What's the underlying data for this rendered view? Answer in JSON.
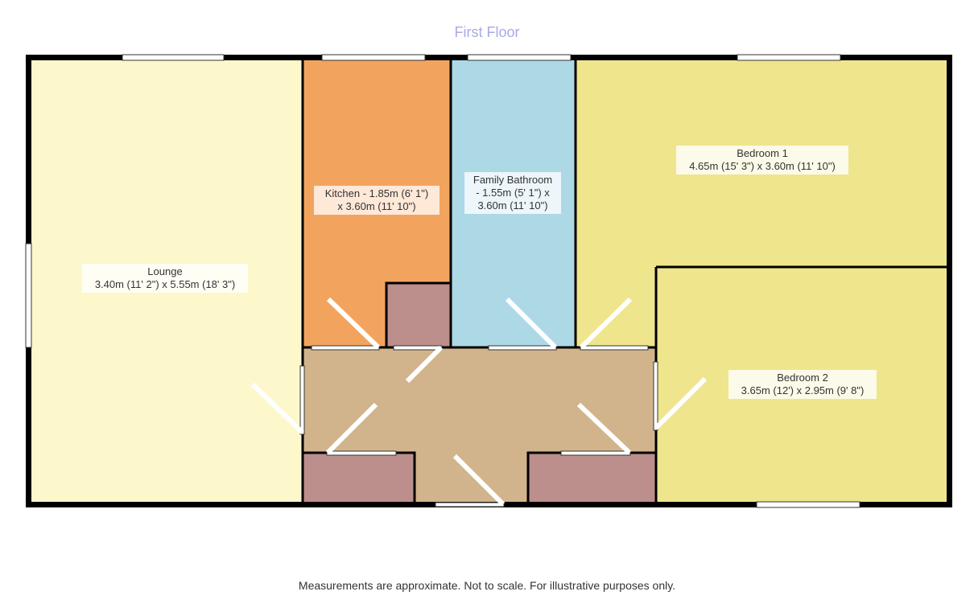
{
  "title": "First Floor",
  "footer": "Measurements are approximate. Not to scale. For illustrative purposes only.",
  "rooms": {
    "lounge": {
      "name": "Lounge",
      "dims": "3.40m (11' 2\") x 5.55m (18' 3\")",
      "color": "#fdf8cc"
    },
    "kitchen": {
      "name": "Kitchen - 1.85m (6' 1\")",
      "dims": "x 3.60m (11' 10\")",
      "color": "#f2a45e"
    },
    "bathroom": {
      "name": "Family Bathroom",
      "dims": "- 1.55m (5' 1\") x 3.60m (11' 10\")",
      "color": "#add8e6"
    },
    "bedroom1": {
      "name": "Bedroom 1",
      "dims": "4.65m (15' 3\") x 3.60m (11' 10\")",
      "color": "#efe58c"
    },
    "bedroom2": {
      "name": "Bedroom 2",
      "dims": "3.65m (12') x 2.95m (9' 8\")",
      "color": "#efe58c"
    },
    "hall": {
      "color": "#d2b48c"
    },
    "cupboard": {
      "color": "#bc8e8c"
    }
  }
}
